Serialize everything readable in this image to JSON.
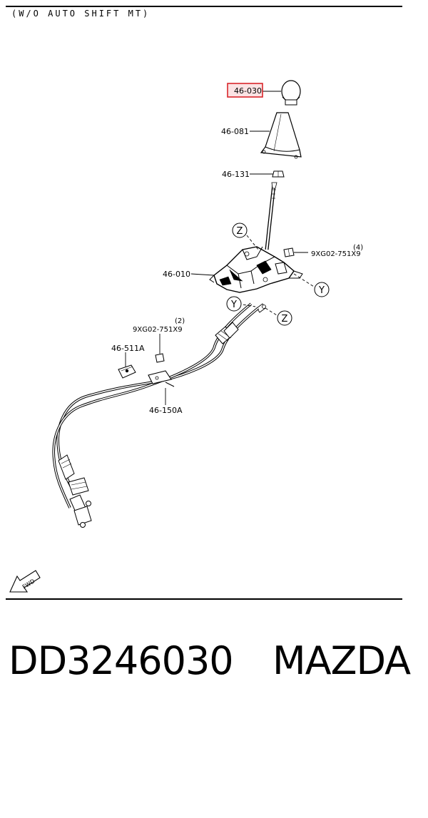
{
  "header": {
    "title": "(W/O AUTO SHIFT MT)"
  },
  "callouts": {
    "knob": "46-030",
    "boot": "46-081",
    "nut_131": "46-131",
    "shifter": "46-010",
    "bolt_top_qty": "(4)",
    "bolt_top": "9XG02-751X9",
    "bolt_left_qty": "(2)",
    "bolt_left": "9XG02-751X9",
    "clip": "46-511A",
    "cable": "46-150A"
  },
  "markers": {
    "z1": "Z",
    "z2": "Z",
    "y1": "Y",
    "y2": "Y"
  },
  "direction_label": "FWD",
  "footer": {
    "part_number": "DD3246030",
    "brand": "MAZDA"
  },
  "colors": {
    "highlight": "#d9262c",
    "highlight_fill": "#fbe3e4",
    "ink": "#000000"
  }
}
